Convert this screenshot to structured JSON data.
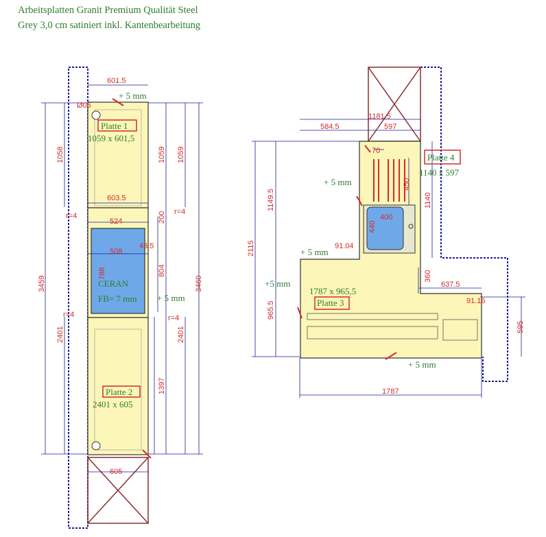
{
  "header": {
    "line1": "Arbeitsplatten Granit Premium Qualität Steel",
    "line2": "Grey 3,0 cm satiniert inkl. Kantenbearbeitung"
  },
  "left": {
    "plate1": {
      "label": "Platte 1",
      "size": "1059 x 601,5"
    },
    "plate2": {
      "label": "Platte 2",
      "size": "2401 x 605"
    },
    "ceran1": "CERAN",
    "ceran2": "FB= 7 mm",
    "plus5_top": "+ 5 mm",
    "plus5_mid": "+ 5 mm",
    "d601": "601.5",
    "d603": "603.5",
    "d524": "524",
    "d508": "508",
    "d605": "605",
    "d435": "43.5",
    "d788": "788",
    "d1058": "1058",
    "d1059a": "1059",
    "d1059b": "1059",
    "d3459": "3459",
    "d3460": "3460",
    "d2401a": "2401",
    "d2401b": "2401",
    "d200": "200",
    "d804": "804",
    "d1397": "1397",
    "r4a": "r=4",
    "r4b": "r=4",
    "r4c": "r=4",
    "r4d": "r=4",
    "d05": "Ø05"
  },
  "right": {
    "plate3": {
      "label": "Platte 3",
      "size": "1787 x 965,5"
    },
    "plate4": {
      "label": "Platte 4",
      "size": "1140 x 597"
    },
    "plus5_a": "+ 5 mm",
    "plus5_b": "+ 5 mm",
    "plus5_c": "+5 mm",
    "plus5_d": "+ 5 mm",
    "d1181": "1181.5",
    "d584": "584.5",
    "d597": "597",
    "d70": "70",
    "d450": "450",
    "d400": "400",
    "d440": "440",
    "d1149": "1149.5",
    "d2115": "2115",
    "d9655": "965.5",
    "d1140": "1140",
    "d360": "360",
    "d637": "637.5",
    "d595": "595",
    "d1787": "1787",
    "a9104": "91.04",
    "a9116": "91.16"
  }
}
